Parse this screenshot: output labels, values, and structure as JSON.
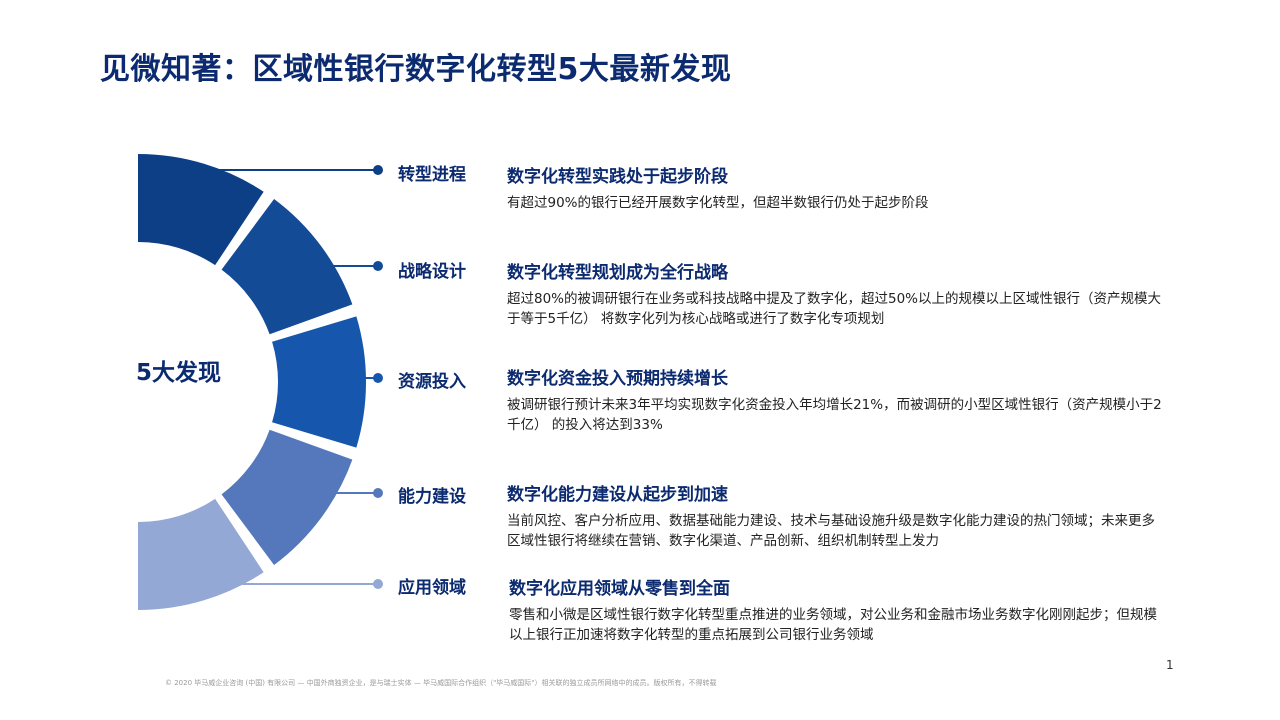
{
  "title": "见微知著：区域性银行数字化转型5大最新发现",
  "center_label": "5大发现",
  "findings": [
    {
      "category": "转型进程",
      "heading": "数字化转型实践处于起步阶段",
      "description": "有超过90%的银行已经开展数字化转型，但超半数银行仍处于起步阶段",
      "color": "#0d3f86"
    },
    {
      "category": "战略设计",
      "heading": "数字化转型规划成为全行战略",
      "description": "超过80%的被调研银行在业务或科技战略中提及了数字化，超过50%以上的规模以上区域性银行（资产规模大于等于5千亿） 将数字化列为核心战略或进行了数字化专项规划",
      "color": "#144b97"
    },
    {
      "category": "资源投入",
      "heading": "数字化资金投入预期持续增长",
      "description": "被调研银行预计未来3年平均实现数字化资金投入年均增长21%，而被调研的小型区域性银行（资产规模小于2千亿） 的投入将达到33%",
      "color": "#1657ad"
    },
    {
      "category": "能力建设",
      "heading": "数字化能力建设从起步到加速",
      "description": "当前风控、客户分析应用、数据基础能力建设、技术与基础设施升级是数字化能力建设的热门领域；未来更多区域性银行将继续在营销、数字化渠道、产品创新、组织机制转型上发力",
      "color": "#5578bd"
    },
    {
      "category": "应用领域",
      "heading": "数字化应用领域从零售到全面",
      "description": "零售和小微是区域性银行数字化转型重点推进的业务领域，对公业务和金融市场业务数字化刚刚起步；但规模以上银行正加速将数字化转型的重点拓展到公司银行业务领域",
      "color": "#94a8d6"
    }
  ],
  "page_number": "1",
  "footer": "© 2020 毕马威企业咨询 (中国) 有限公司 — 中国外商独资企业，是与瑞士实体 — 毕马威国际合作组织（\"毕马威国际\"）相关联的独立成员所网络中的成员。版权所有，不得转载"
}
